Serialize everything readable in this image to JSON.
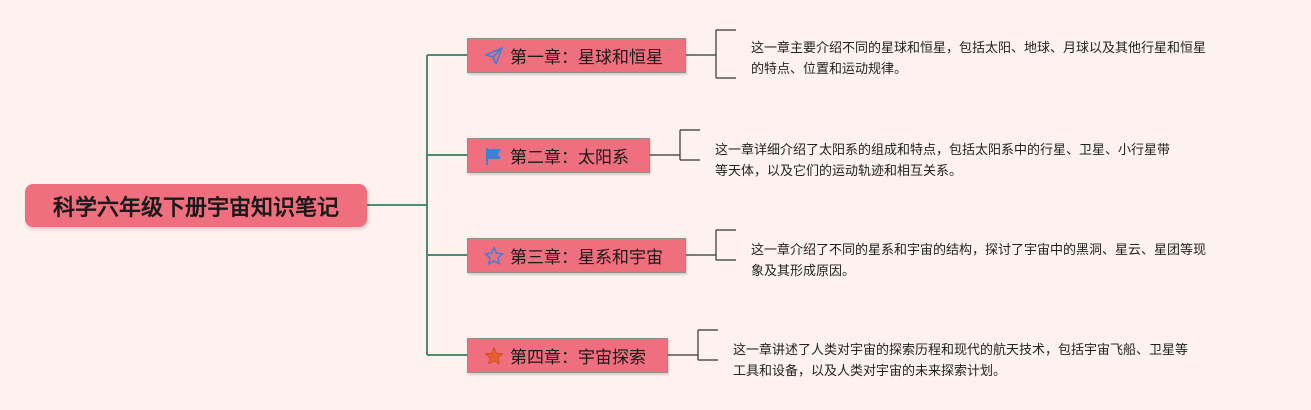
{
  "root": {
    "title": "科学六年级下册宇宙知识笔记"
  },
  "chapters": [
    {
      "label": "第一章：星球和恒星",
      "icon": "paper-plane-icon",
      "description": [
        "这一章主要介绍不同的星球和恒星，包括太阳、地球、月球以及其他行星和恒星",
        "的特点、位置和运动规律。"
      ]
    },
    {
      "label": "第二章：太阳系",
      "icon": "flag-icon",
      "description": [
        "这一章详细介绍了太阳系的组成和特点，包括太阳系中的行星、卫星、小行星带",
        "等天体，以及它们的运动轨迹和相互关系。"
      ]
    },
    {
      "label": "第三章：星系和宇宙",
      "icon": "star-outline-icon",
      "description": [
        "这一章介绍了不同的星系和宇宙的结构，探讨了宇宙中的黑洞、星云、星团等现",
        "象及其形成原因。"
      ]
    },
    {
      "label": "第四章：宇宙探索",
      "icon": "star-filled-icon",
      "description": [
        "这一章讲述了人类对宇宙的探索历程和现代的航天技术，包括宇宙飞船、卫星等",
        "工具和设备，以及人类对宇宙的未来探索计划。"
      ]
    }
  ],
  "colors": {
    "background": "#fdf2ee",
    "node_fill": "#ef6f7f",
    "connector": "#4a8a76",
    "bracket": "#333333",
    "icon_blue": "#3f7fd6",
    "icon_orange": "#e8602c"
  }
}
